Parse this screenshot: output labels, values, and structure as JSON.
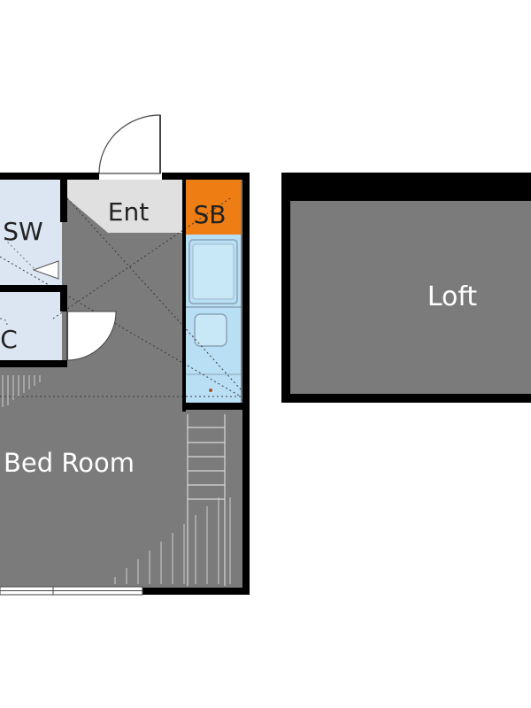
{
  "rooms": {
    "entrance": "Ent",
    "shoe_box": "SB",
    "sink_washer": "SW",
    "closet": "C",
    "bed_room": "Bed Room",
    "loft": "Loft"
  },
  "colors": {
    "wall": "#000000",
    "floor": "#7b7b7b",
    "wet_area": "#dbe6f2",
    "entrance_floor": "#e0e0e0",
    "shoe_box": "#ee7d14",
    "fixture": "#b9dff5",
    "fixture_outline": "#8aa3b5",
    "background": "#ffffff"
  }
}
